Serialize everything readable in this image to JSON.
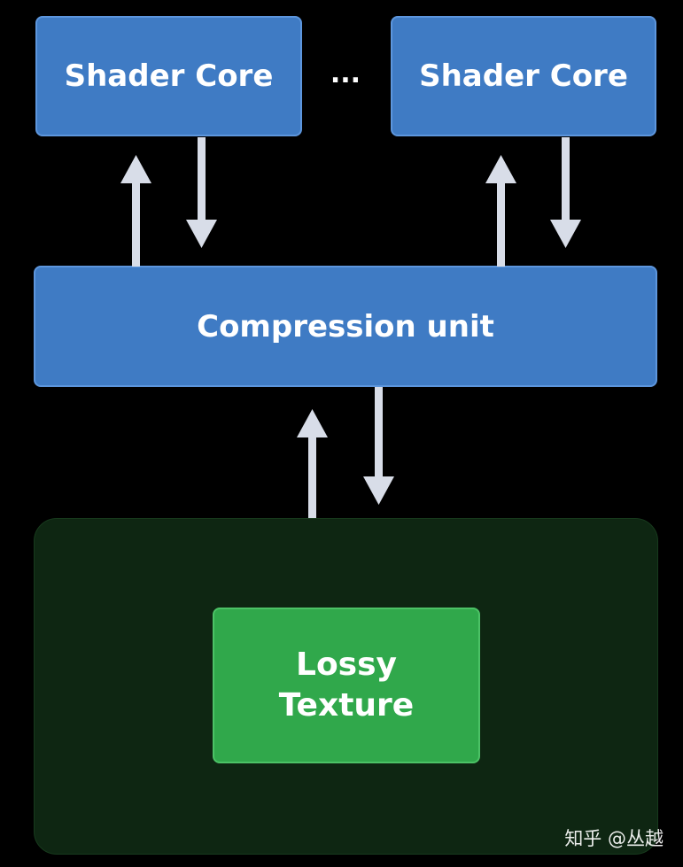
{
  "diagram": {
    "shader_core_left": "Shader Core",
    "ellipsis": "...",
    "shader_core_right": "Shader Core",
    "compression_unit": "Compression unit",
    "lossy_texture": {
      "line1": "Lossy",
      "line2": "Texture"
    }
  },
  "watermark": "知乎 @丛越",
  "colors": {
    "background": "#000000",
    "box_blue": "#3f7bc4",
    "box_green": "#30a84b",
    "memory_region": "#0e2612",
    "arrow": "#d8dde8"
  }
}
